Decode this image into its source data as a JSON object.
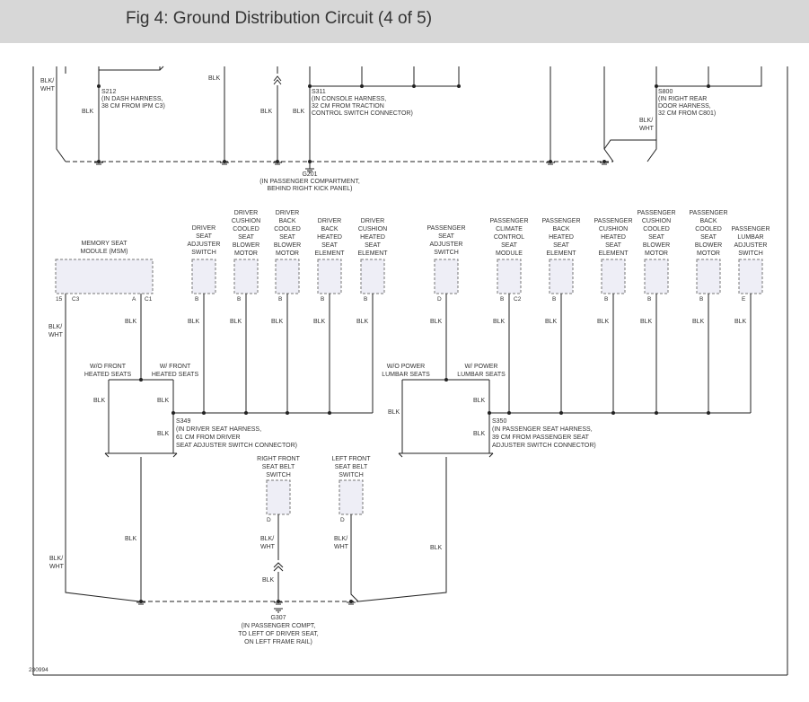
{
  "title": "Fig 4: Ground Distribution Circuit (4 of 5)",
  "figure_number": "230994",
  "labels": {
    "blk": "BLK",
    "blk_wht": [
      "BLK/",
      "WHT"
    ]
  },
  "splices": {
    "s212": [
      "S212",
      "(IN DASH HARNESS,",
      "38 CM FROM IPM C3)"
    ],
    "s311": [
      "S311",
      "(IN CONSOLE HARNESS,",
      "32 CM FROM TRACTION",
      "CONTROL SWITCH CONNECTOR)"
    ],
    "s800": [
      "S800",
      "(IN RIGHT REAR",
      "DOOR HARNESS,",
      "32 CM FROM C801)"
    ],
    "s349": [
      "S349",
      "(IN DRIVER SEAT HARNESS,",
      "61 CM FROM DRIVER",
      "SEAT ADJUSTER SWITCH CONNECTOR)"
    ],
    "s350": [
      "S350",
      "(IN PASSENGER SEAT HARNESS,",
      "39 CM FROM PASSENGER SEAT",
      "ADJUSTER SWITCH CONNECTOR)"
    ]
  },
  "grounds": {
    "g201": [
      "G201",
      "(IN PASSENGER COMPARTMENT,",
      "BEHIND RIGHT KICK PANEL)"
    ],
    "g307": [
      "G307",
      "(IN PASSENGER COMPT,",
      "TO LEFT OF DRIVER SEAT,",
      "ON LEFT FRAME RAIL)"
    ]
  },
  "components": {
    "msm": [
      "MEMORY SEAT",
      "MODULE (MSM)"
    ],
    "driver_adj": [
      "DRIVER",
      "SEAT",
      "ADJUSTER",
      "SWITCH"
    ],
    "driver_cush_blower": [
      "DRIVER",
      "CUSHION",
      "COOLED",
      "SEAT",
      "BLOWER",
      "MOTOR"
    ],
    "driver_back_blower": [
      "DRIVER",
      "BACK",
      "COOLED",
      "SEAT",
      "BLOWER",
      "MOTOR"
    ],
    "driver_back_heat": [
      "DRIVER",
      "BACK",
      "HEATED",
      "SEAT",
      "ELEMENT"
    ],
    "driver_cush_heat": [
      "DRIVER",
      "CUSHION",
      "HEATED",
      "SEAT",
      "ELEMENT"
    ],
    "pass_adj": [
      "PASSENGER",
      "SEAT",
      "ADJUSTER",
      "SWITCH"
    ],
    "pass_climate": [
      "PASSENGER",
      "CLIMATE",
      "CONTROL",
      "SEAT",
      "MODULE"
    ],
    "pass_back_heat": [
      "PASSENGER",
      "BACK",
      "HEATED",
      "SEAT",
      "ELEMENT"
    ],
    "pass_cush_heat": [
      "PASSENGER",
      "CUSHION",
      "HEATED",
      "SEAT",
      "ELEMENT"
    ],
    "pass_cush_blower": [
      "PASSENGER",
      "CUSHION",
      "COOLED",
      "SEAT",
      "BLOWER",
      "MOTOR"
    ],
    "pass_back_blower": [
      "PASSENGER",
      "BACK",
      "COOLED",
      "SEAT",
      "BLOWER",
      "MOTOR"
    ],
    "pass_lumbar": [
      "PASSENGER",
      "LUMBAR",
      "ADJUSTER",
      "SWITCH"
    ],
    "rf_belt": [
      "RIGHT FRONT",
      "SEAT BELT",
      "SWITCH"
    ],
    "lf_belt": [
      "LEFT FRONT",
      "SEAT BELT",
      "SWITCH"
    ]
  },
  "options": {
    "wo_front_heated": [
      "W/O FRONT",
      "HEATED SEATS"
    ],
    "w_front_heated": [
      "W/ FRONT",
      "HEATED SEATS"
    ],
    "wo_power_lumbar": [
      "W/O POWER",
      "LUMBAR SEATS"
    ],
    "w_power_lumbar": [
      "W/ POWER",
      "LUMBAR SEATS"
    ]
  },
  "pins": {
    "msm_15": "15",
    "msm_c3": "C3",
    "msm_a": "A",
    "msm_c1": "C1",
    "b": "B",
    "d": "D",
    "e": "E",
    "c2": "C2"
  },
  "colors": {
    "wire": "#222222",
    "text": "#333333",
    "header": "#d7d7d7",
    "component_fill": "#eeeef6",
    "component_stroke": "#777777"
  }
}
